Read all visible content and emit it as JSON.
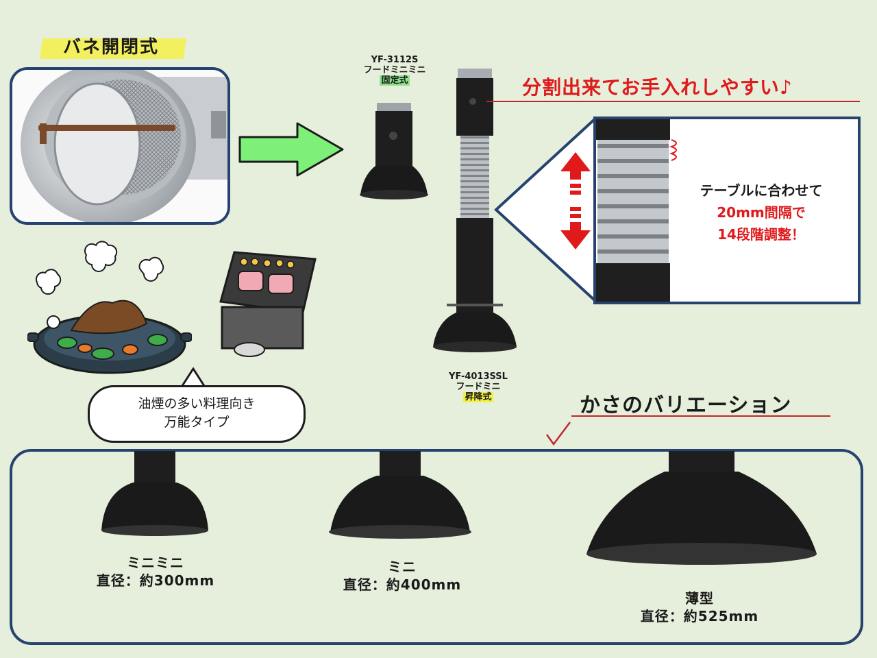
{
  "spring_badge": "バネ開閉式",
  "red_headline": "分割出来てお手入れしやすい♪",
  "products": {
    "fixed": {
      "model": "YF-3112S",
      "name": "フードミニミニ",
      "type": "固定式"
    },
    "lift": {
      "model": "YF-4013SSL",
      "name": "フードミニ",
      "type": "昇降式"
    }
  },
  "adjust": {
    "line1": "テーブルに合わせて",
    "line2": "20mm間隔で",
    "line3": "14段階調整！"
  },
  "speech": {
    "line1": "油煙の多い料理向き",
    "line2": "万能タイプ"
  },
  "variations_title": "かさのバリエーション",
  "variations": [
    {
      "name": "ミニミニ",
      "size": "直径：約300mm"
    },
    {
      "name": "ミニ",
      "size": "直径：約400mm"
    },
    {
      "name": "薄型",
      "size": "直径：約525mm"
    }
  ],
  "colors": {
    "frame": "#26426f",
    "accent_red": "#e0191b",
    "arrow_green": "#7ef07a",
    "highlight_yellow": "#f2f045"
  }
}
